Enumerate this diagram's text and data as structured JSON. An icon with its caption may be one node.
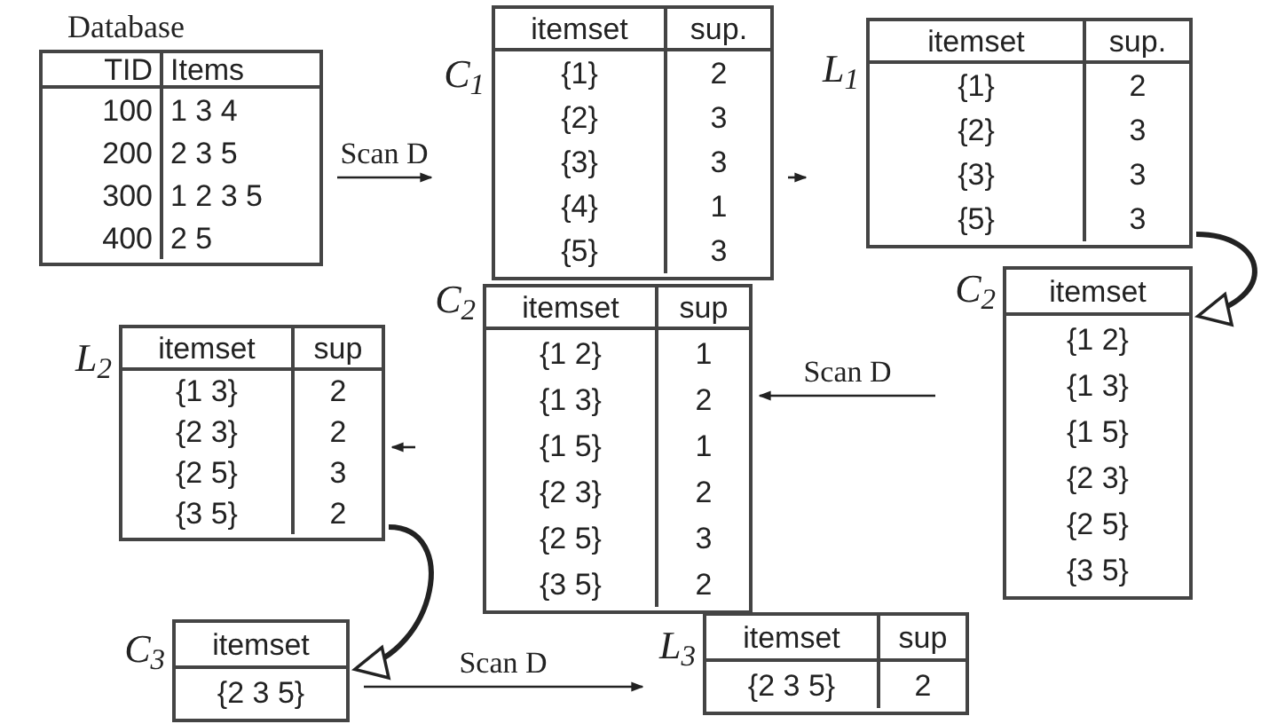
{
  "diagram": {
    "nodes": [
      {
        "text": [
          "Database",
          "TID",
          "Items",
          "100",
          "1 3 4",
          "200",
          "2 3 5",
          "300",
          "1 2 3 5",
          "400",
          "2 5"
        ]
      },
      {
        "text": [
          "C$_{1}$",
          "itemset",
          "sup.",
          "{1}",
          "2",
          "{2}",
          "3",
          "{3}",
          "3",
          "{4}",
          "1",
          "{5}",
          "3"
        ]
      },
      {
        "text": [
          "L$_{1}$",
          "itemset",
          "sup.",
          "{1}",
          "2",
          "{2}",
          "3",
          "{3}",
          "3",
          "{5}",
          "3"
        ]
      },
      {
        "text": [
          "C$_{2}$",
          "itemset",
          "{1 2}",
          "{1 3}",
          "{1 5}",
          "{2 3}",
          "{2 5}",
          "{3 5}"
        ]
      },
      {
        "text": [
          "C$_{2}$",
          "itemset",
          "sup",
          "{1 2}",
          "1",
          "{1 3}",
          "2",
          "{1 5}",
          "1",
          "{2 3}",
          "2",
          "{2 5}",
          "3",
          "{3 5}",
          "2"
        ]
      },
      {
        "text": [
          "L$_{2}$",
          "itemset",
          "sup",
          "{1 3}",
          "2",
          "{2 3}",
          "2",
          "{2 5}",
          "3",
          "{3 5}",
          "2"
        ]
      },
      {
        "text": [
          "C$_{3}$",
          "itemset",
          "{2 3 5}"
        ]
      },
      {
        "text": [
          "L$_{3}$",
          "itemset",
          "sup",
          "{2 3 5}",
          "2"
        ]
      }
    ],
    "edges": [
      {
        "from": 0,
        "to": 1,
        "arrow": "to",
        "label": "Scan D"
      },
      {
        "from": 1,
        "to": 2,
        "arrow": "to"
      },
      {
        "from": 2,
        "to": 3,
        "arrow": "to",
        "style": "thick"
      },
      {
        "from": 3,
        "to": 4,
        "arrow": "to",
        "label": "Scan D"
      },
      {
        "from": 4,
        "to": 5,
        "arrow": "to"
      },
      {
        "from": 5,
        "to": 6,
        "arrow": "to",
        "style": "thick"
      },
      {
        "from": 6,
        "to": 7,
        "arrow": "to",
        "label": "Scan D"
      }
    ]
  }
}
